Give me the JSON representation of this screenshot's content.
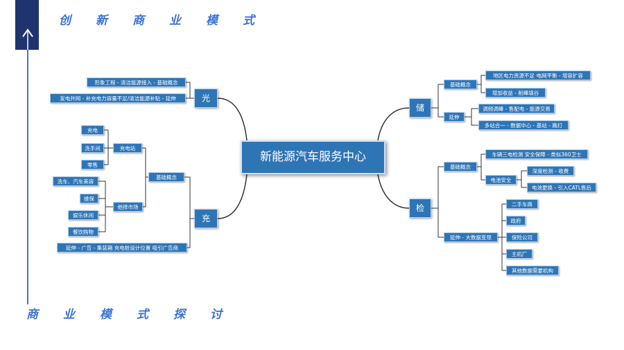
{
  "slide": {
    "title": "创新商业模式",
    "subtitle": "商业模式探讨"
  },
  "colors": {
    "node": "#2e75b6",
    "title": "#3c73d4",
    "line": "#333333",
    "bar": "#1f336f",
    "rail": "#4472c4"
  },
  "mindmap": {
    "center": "新能源汽车服务中心",
    "guang": {
      "label": "光",
      "items": [
        "形象工程 - 清洁能源接入 - 基础概念",
        "发电并网 - 补充电力容量不足/清洁能源补贴 - 延伸"
      ]
    },
    "chong": {
      "label": "充",
      "basic": {
        "label": "基础概念",
        "station": {
          "label": "充电站",
          "items": [
            "充电",
            "洗手间",
            "零售"
          ]
        },
        "market": {
          "label": "他择市场",
          "items": [
            "洗车、汽车美容",
            "维保",
            "娱乐休闲",
            "餐饮购物"
          ]
        }
      },
      "extension": "延伸 - 广告 - 集装箱 充电桩设计位置 吸引广告商"
    },
    "chu": {
      "label": "储",
      "basic": {
        "label": "基础概念",
        "items": [
          "地区电力资源不足 电网平衡 - 增容扩容",
          "增加收益 - 削峰填谷"
        ]
      },
      "extension": {
        "label": "延伸",
        "items": [
          "调频调峰 - 售配电 - 能源交易",
          "多站合一 - 数据中心 - 基站 - 路灯"
        ]
      }
    },
    "jian": {
      "label": "检",
      "basic": {
        "label": "基础概念",
        "items": [
          "车辆三电检测 安全保障 - 类似360卫士"
        ],
        "battery": {
          "label": "电池安全",
          "items": [
            "深度检测 - 收费",
            "电池更换 - 引入CATL售后"
          ]
        }
      },
      "extension": {
        "label": "延伸 - 大数据变现",
        "items": [
          "二手车商",
          "政府",
          "保险公司",
          "主机厂",
          "其他数据需要机构"
        ]
      }
    }
  }
}
